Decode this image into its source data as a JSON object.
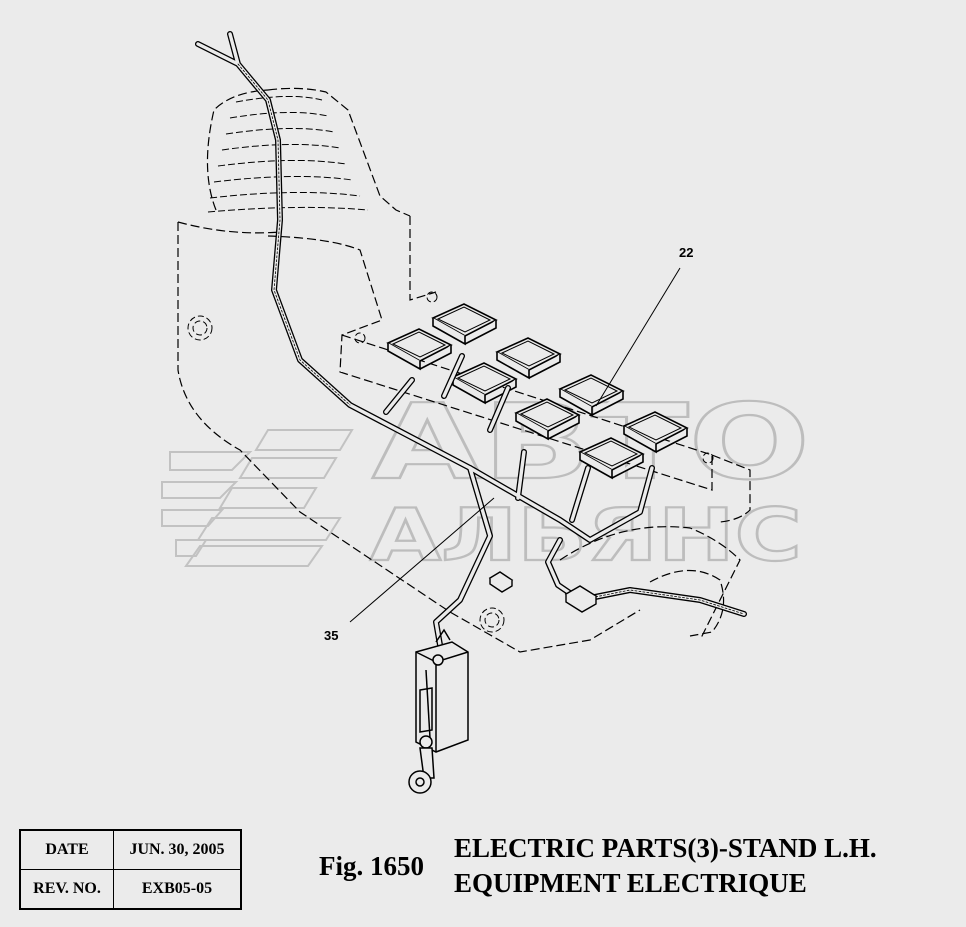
{
  "callouts": [
    {
      "id": "22",
      "label": "22"
    },
    {
      "id": "35",
      "label": "35"
    }
  ],
  "watermark": {
    "line1": "АВТО",
    "line2": "АЛЬЯНС"
  },
  "info_table": {
    "date_label": "DATE",
    "date_value": "JUN. 30, 2005",
    "rev_label": "REV. NO.",
    "rev_value": "EXB05-05"
  },
  "figure": {
    "number": "Fig. 1650",
    "title_en": "ELECTRIC PARTS(3)-STAND L.H.",
    "title_fr": "EQUIPMENT ELECTRIQUE"
  },
  "colors": {
    "background": "#ebebeb",
    "line": "#000000",
    "watermark": "#bdbdbd"
  }
}
